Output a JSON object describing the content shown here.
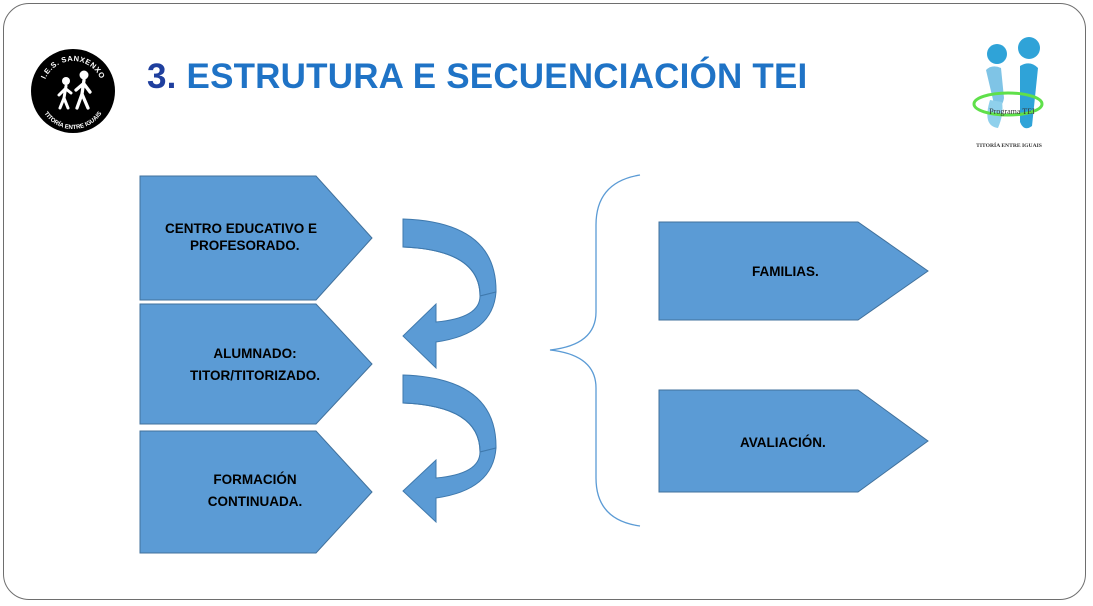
{
  "slide": {
    "title_number": "3.",
    "title_text": " ESTRUTURA E SECUENCIACIÓN TEI"
  },
  "logos": {
    "left": {
      "name": "I.E.S. SANXENXO",
      "caption": "TITORÍA ENTRE IGUAIS"
    },
    "right": {
      "ring_text": "Programa TEI",
      "caption": "TITORÍA ENTRE IGUAIS"
    }
  },
  "blocks_left": [
    {
      "line1": "CENTRO EDUCATIVO E",
      "line2": "PROFESORADO."
    },
    {
      "line1": "ALUMNADO:",
      "line2": "TITOR/TITORIZADO."
    },
    {
      "line1": "FORMACIÓN",
      "line2": "CONTINUADA."
    }
  ],
  "blocks_right": [
    {
      "label": "FAMILIAS."
    },
    {
      "label": "AVALIACIÓN."
    }
  ],
  "colors": {
    "shape_fill": "#5b9bd5",
    "shape_stroke": "#41719c",
    "title_blue": "#1f73c6",
    "brace": "#5b9bd5"
  }
}
